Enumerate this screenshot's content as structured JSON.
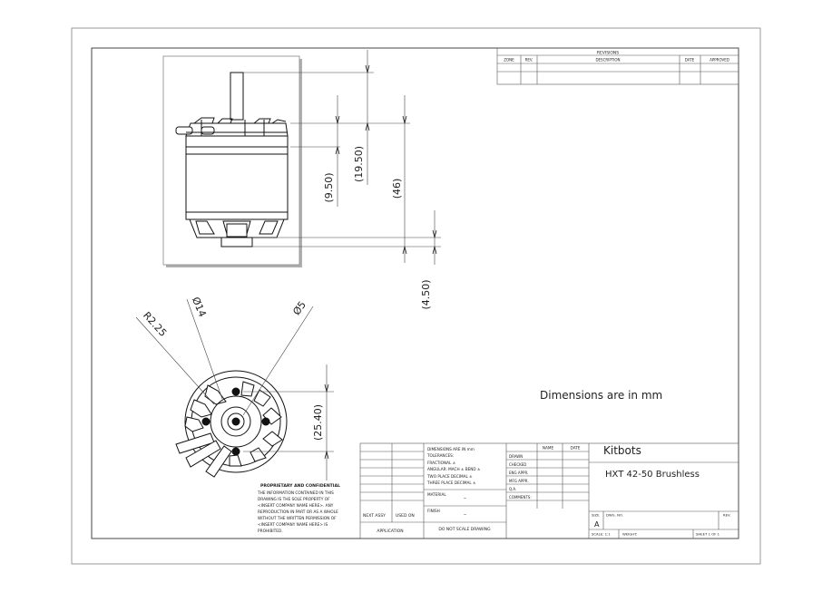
{
  "revisions": {
    "title": "REVISIONS",
    "headers": [
      "ZONE",
      "REV.",
      "DESCRIPTION",
      "DATE",
      "APPROVED"
    ]
  },
  "dimensions": {
    "d_9_50": "(9.50)",
    "d_19_50": "(19.50)",
    "d_46": "(46)",
    "d_4_50": "(4.50)",
    "d_25_40": "(25.40)",
    "r_2_25": "R2.25",
    "dia_14": "Ø14",
    "dia_5": "Ø5"
  },
  "note": "Dimensions are in mm",
  "proprietary": {
    "heading": "PROPRIETARY AND CONFIDENTIAL",
    "lines": [
      "THE INFORMATION CONTAINED IN THIS",
      "DRAWING IS THE SOLE PROPERTY OF",
      "<INSERT COMPANY NAME HERE>. ANY",
      "REPRODUCTION IN PART OR AS A WHOLE",
      "WITHOUT THE WRITTEN PERMISSION OF",
      "<INSERT COMPANY NAME HERE> IS",
      "PROHIBITED."
    ]
  },
  "title_block": {
    "company": "Kitbots",
    "title": "HXT 42-50 Brushless",
    "tolerances": [
      "DIMENSIONS ARE IN mm",
      "TOLERANCES:",
      "FRACTIONAL ±",
      "ANGULAR: MACH ±   BEND ±",
      "TWO PLACE DECIMAL   ±",
      "THREE PLACE DECIMAL  ±"
    ],
    "name_header": "NAME",
    "date_header": "DATE",
    "roles": [
      "DRAWN",
      "CHECKED",
      "ENG APPR.",
      "MFG APPR.",
      "Q.A.",
      "COMMENTS:"
    ],
    "material_label": "MATERIAL",
    "material_value": "–",
    "finish_label": "FINISH",
    "finish_value": "–",
    "next_assy": "NEXT ASSY",
    "used_on": "USED ON",
    "application": "APPLICATION",
    "do_not_scale": "DO NOT SCALE DRAWING",
    "size_label": "SIZE",
    "size_value": "A",
    "dwg_no_label": "DWG. NO.",
    "rev_label": "REV.",
    "scale_label": "SCALE: 1:1",
    "weight_label": "WEIGHT:",
    "sheet_label": "SHEET 1 OF 1"
  }
}
